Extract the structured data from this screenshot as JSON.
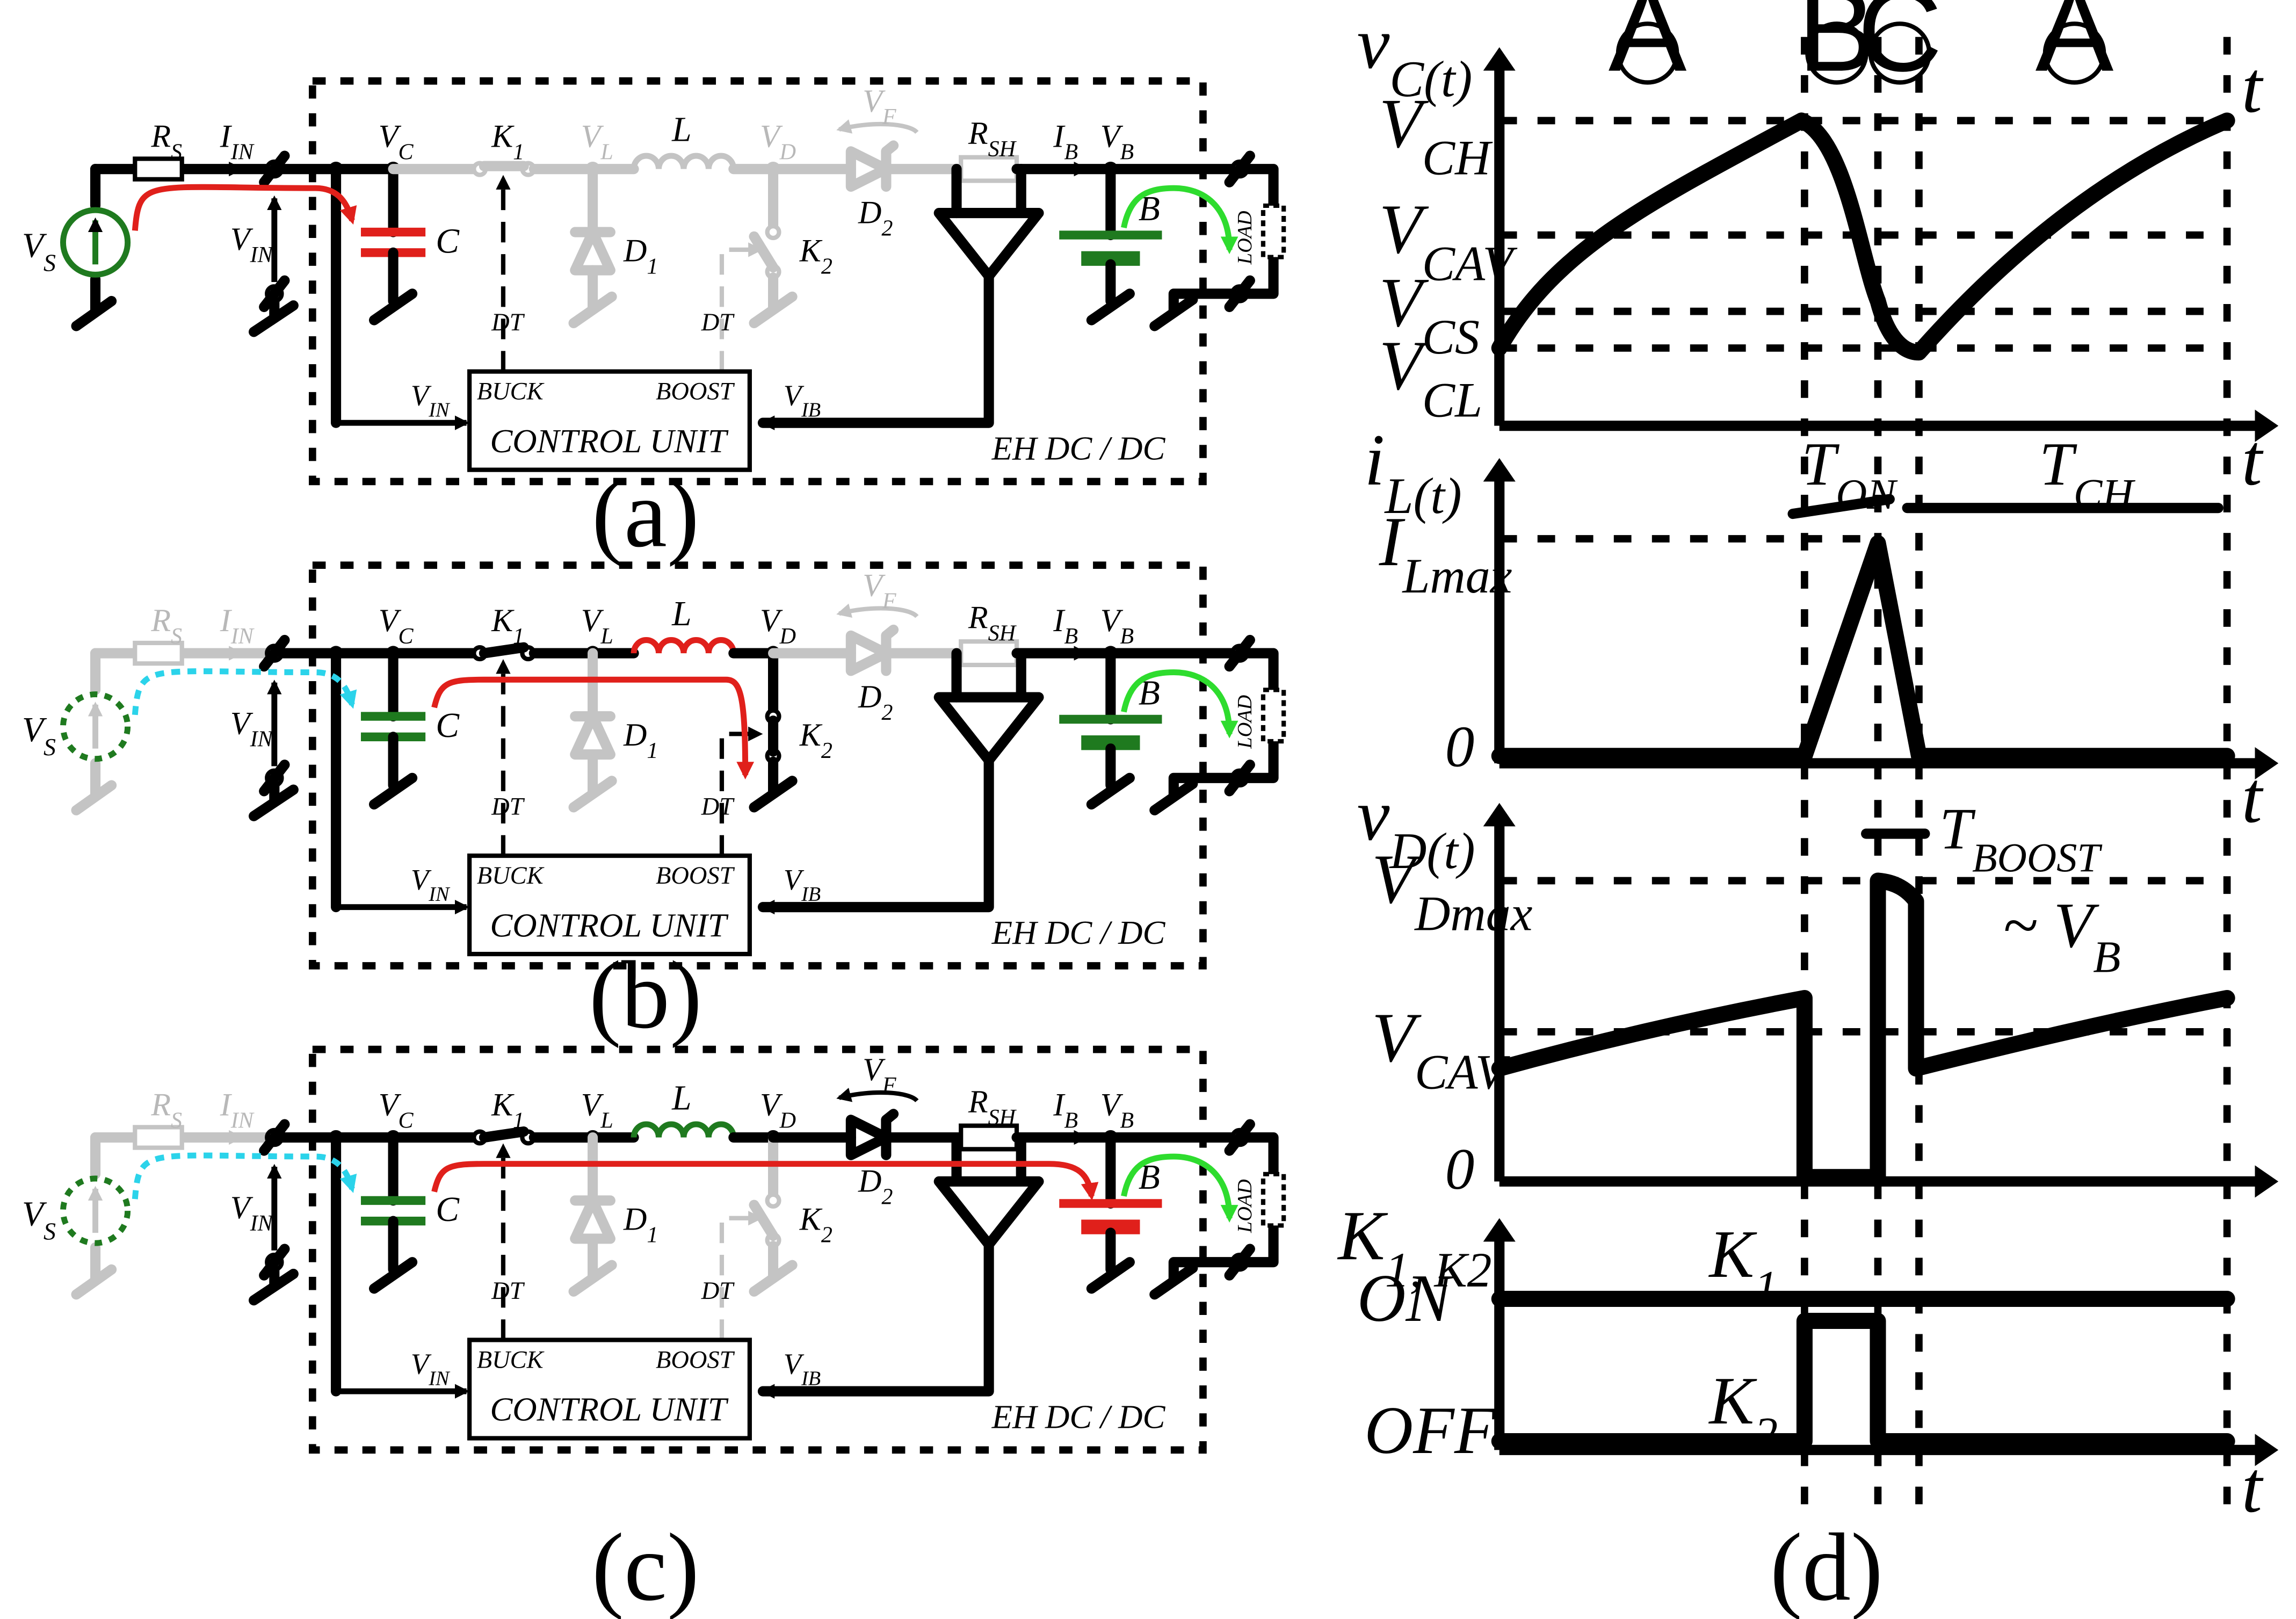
{
  "colors": {
    "active_wire": "#000000",
    "inactive_wire": "#c4c4c4",
    "source_active": "#1f7a1f",
    "source_inactive": "#1f7a1f",
    "capacitor_charging": "#e0201b",
    "capacitor_discharging": "#1f7a1f",
    "battery": "#1f7a1f",
    "battery_charging": "#e0201b",
    "energy_flow": "#e0201b",
    "load_flow": "#2edc2e",
    "input_flow_inactive": "#2bd3ea"
  },
  "circuit": {
    "source": "V_S",
    "source_resistor": "R_S",
    "input_current": "I_IN",
    "input_voltage": "V_IN",
    "capacitor_voltage": "V_C",
    "capacitor": "C",
    "switch_buck": "K_1",
    "inductor_voltage": "V_L",
    "inductor": "L",
    "diode_buck": "D_1",
    "diode_voltage": "V_D",
    "switch_boost": "K_2",
    "forward_voltage": "V_F",
    "diode_out": "D_2",
    "shunt": "R_SH",
    "battery_current": "I_B",
    "battery_voltage": "V_B",
    "battery": "B",
    "load": "LOAD",
    "dead_time": "DT",
    "control_unit": "CONTROL UNIT",
    "buck_pin": "BUCK",
    "boost_pin": "BOOST",
    "input_sense": "V_IN",
    "battery_sense": "V_IB",
    "module_label": "EH  DC / DC"
  },
  "captions": {
    "a": "(a)",
    "b": "(b)",
    "c": "(c)",
    "d": "(d)"
  },
  "waveforms": {
    "phases": [
      "A",
      "B",
      "C",
      "A"
    ],
    "vc": {
      "title": "v_C(t)",
      "levels": [
        "V_CH",
        "V_CAV",
        "V_CS",
        "V_CL"
      ]
    },
    "il": {
      "title": "i_L(t)",
      "peak": "I_Lmax",
      "zero": "0",
      "ton": "T_ON",
      "tch": "T_CH"
    },
    "vd": {
      "title": "v_D(t)",
      "peak": "V_Dmax",
      "level": "V_CAV",
      "zero": "0",
      "tboost": "T_BOOST",
      "approx": "~ V_B"
    },
    "k": {
      "title": "K_1, K_2",
      "on": "ON",
      "off": "OFF",
      "k1": "K_1",
      "k2": "K_2"
    },
    "time_axis": "t"
  }
}
